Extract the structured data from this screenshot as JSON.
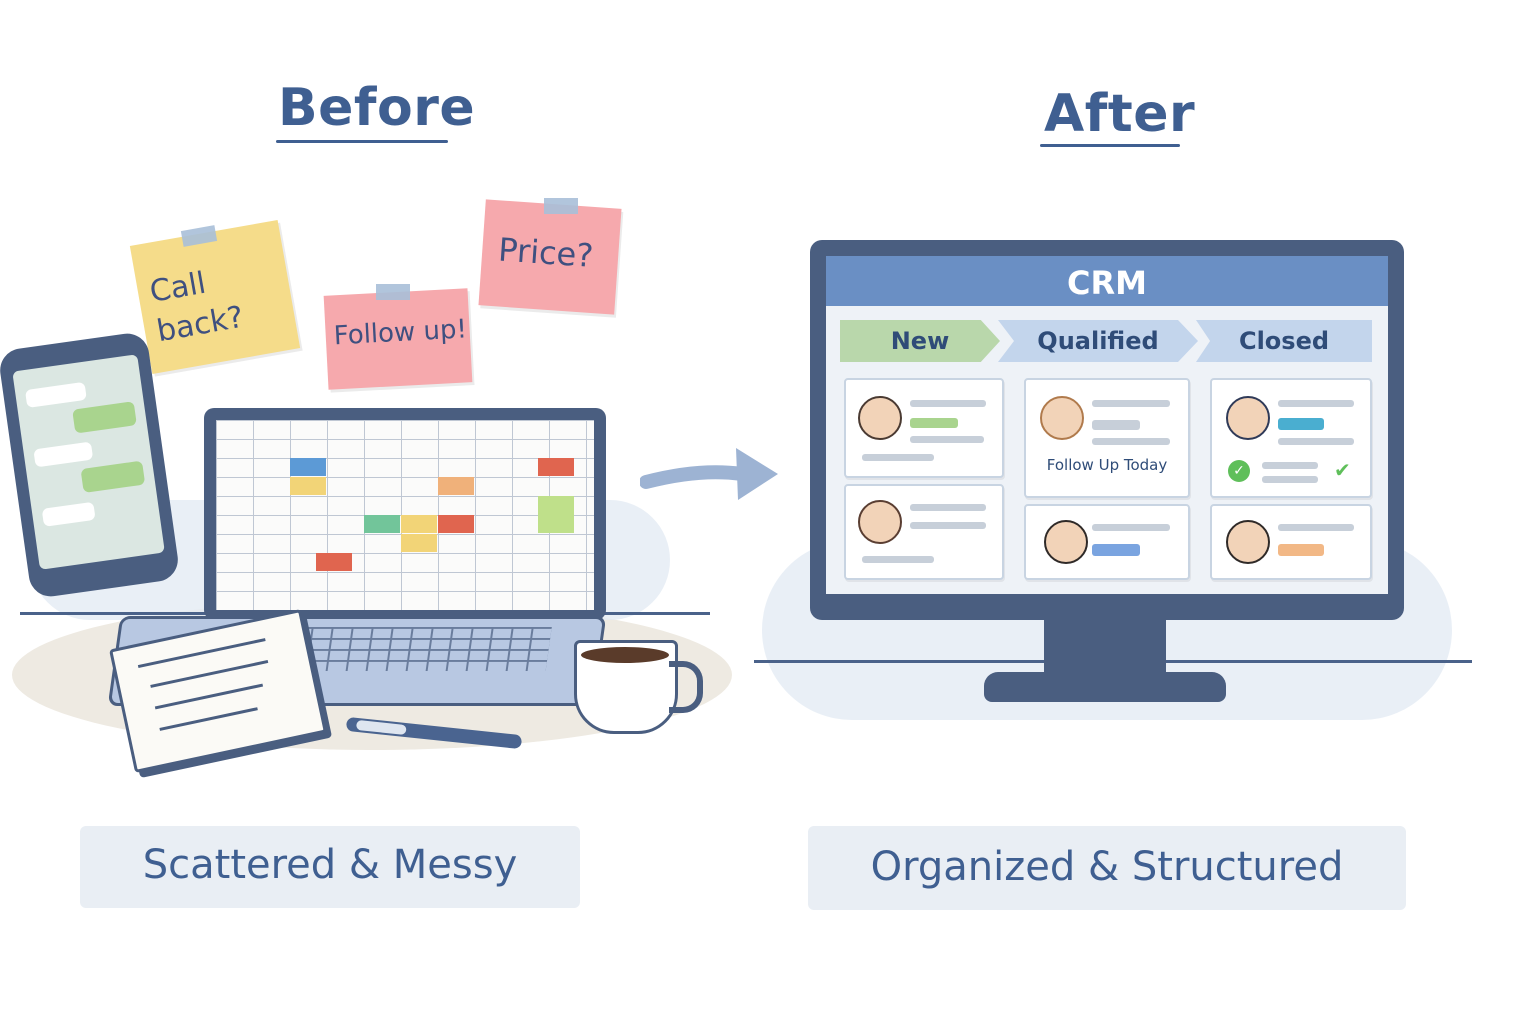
{
  "before": {
    "title": "Before",
    "caption": "Scattered & Messy",
    "notes": {
      "call_back": "Call back?",
      "follow_up": "Follow up!",
      "price": "Price?"
    }
  },
  "after": {
    "title": "After",
    "caption": "Organized & Structured",
    "crm": {
      "title": "CRM",
      "stages": [
        "New",
        "Qualified",
        "Closed"
      ],
      "follow_up_label": "Follow Up Today"
    }
  },
  "colors": {
    "heading": "#3f5f91",
    "note_yellow": "#f5dc8a",
    "note_pink": "#f6a9ad",
    "crm_header": "#6a8fc4",
    "stage_new": "#b9d7ab",
    "stage_other": "#c3d5ec"
  },
  "icons": [
    "arrow-right-icon",
    "check-circle-icon",
    "check-mark-icon",
    "coffee-cup-icon",
    "pen-icon"
  ]
}
